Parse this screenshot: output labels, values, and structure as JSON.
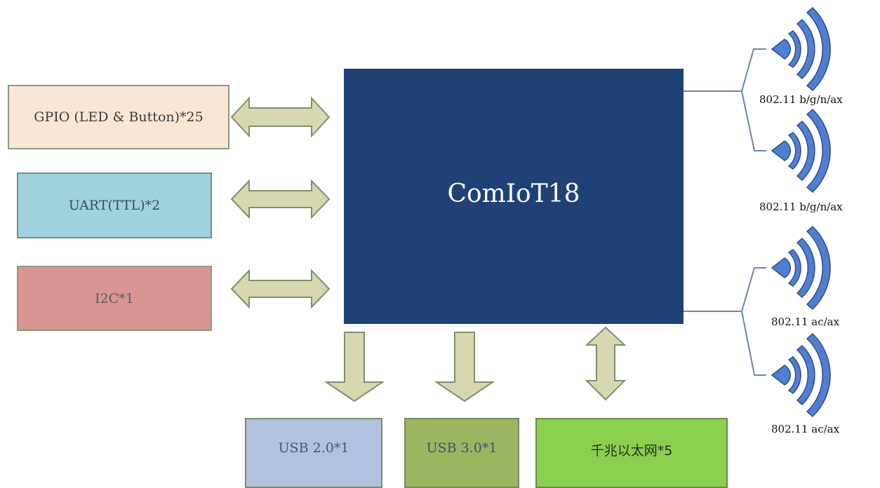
{
  "center": {
    "label": "ComIoT18"
  },
  "left_blocks": {
    "gpio": "GPIO (LED & Button)*25",
    "uart": "UART(TTL)*2",
    "i2c": "I2C*1"
  },
  "bottom_blocks": {
    "usb2": "USB 2.0*1",
    "usb3": "USB 3.0*1",
    "ethernet": "千兆以太网*5"
  },
  "wireless": {
    "labels": [
      "802.11 b/g/n/ax",
      "802.11 b/g/n/ax",
      "802.11 ac/ax",
      "802.11 ac/ax"
    ],
    "icon": "wifi-signal-icon"
  },
  "colors": {
    "chip": "#1f4176",
    "gpio": "#fbe6d6",
    "uart": "#9fd3de",
    "i2c": "#d99593",
    "usb2": "#b0c2de",
    "usb3": "#9bb65f",
    "ethernet": "#8ad04e",
    "arrow_fill": "#d8d8b0",
    "wifi": "#4f7fd0"
  }
}
